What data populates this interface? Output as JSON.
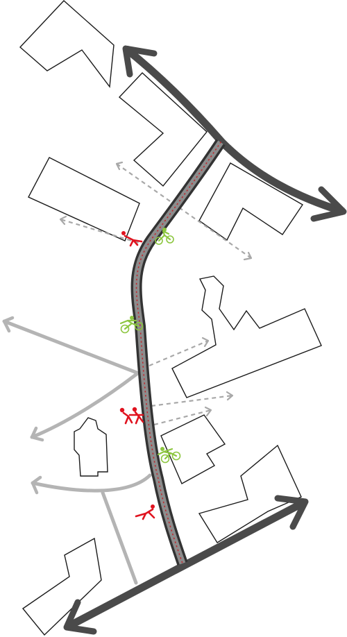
{
  "colors": {
    "background": "#ffffff",
    "building_outline": "#1a1a1a",
    "major_route": "#4a4a4a",
    "main_street": "#333333",
    "main_street_center": "#8c8c8c",
    "main_street_dots": "#c0272d",
    "minor_route": "#b4b4b4",
    "dashed_connection": "#a8a8a8",
    "pedestrian": "#e0131f",
    "cyclist": "#8cc63f"
  },
  "legend": {
    "pedestrian_icon": "pedestrian-icon",
    "cyclist_icon": "cyclist-icon"
  },
  "counts": {
    "buildings": 9,
    "major_routes": 2,
    "minor_routes": 4,
    "dashed_connections": 5,
    "pedestrians": 3,
    "cyclists": 3
  }
}
